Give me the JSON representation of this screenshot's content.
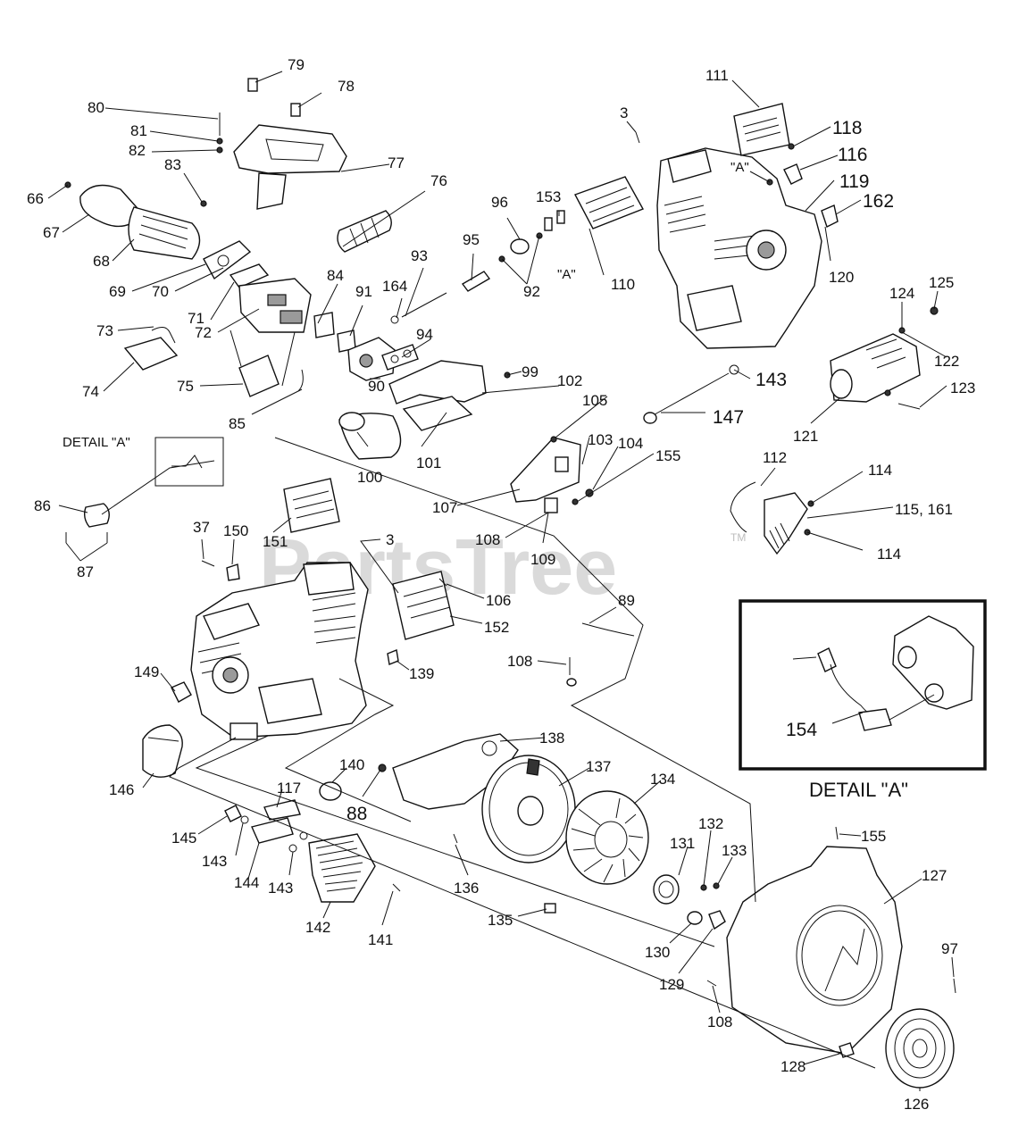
{
  "diagram": {
    "watermark": "PartsTree",
    "trademark": "TM",
    "detail_a_label": "DETAIL \"A\"",
    "detail_a_caption": "DETAIL \"A\"",
    "callout_a_1": "\"A\"",
    "callout_a_2": "\"A\"",
    "labels": {
      "l3a": "3",
      "l3b": "3",
      "l37": "37",
      "l66": "66",
      "l67": "67",
      "l68": "68",
      "l69": "69",
      "l70": "70",
      "l71": "71",
      "l72": "72",
      "l73": "73",
      "l74": "74",
      "l75": "75",
      "l76": "76",
      "l77": "77",
      "l78": "78",
      "l79": "79",
      "l80": "80",
      "l81": "81",
      "l82": "82",
      "l83": "83",
      "l84": "84",
      "l85": "85",
      "l86": "86",
      "l87": "87",
      "l88": "88",
      "l89": "89",
      "l90": "90",
      "l91": "91",
      "l92": "92",
      "l93": "93",
      "l94": "94",
      "l95": "95",
      "l96": "96",
      "l97": "97",
      "l99": "99",
      "l100": "100",
      "l101": "101",
      "l102": "102",
      "l103": "103",
      "l104": "104",
      "l105": "105",
      "l106": "106",
      "l107": "107",
      "l108a": "108",
      "l108b": "108",
      "l108c": "108",
      "l109": "109",
      "l110": "110",
      "l111": "111",
      "l112": "112",
      "l114a": "114",
      "l114b": "114",
      "l115": "115, 161",
      "l116": "116",
      "l117": "117",
      "l118": "118",
      "l119": "119",
      "l120": "120",
      "l121": "121",
      "l122": "122",
      "l123": "123",
      "l124": "124",
      "l125": "125",
      "l126": "126",
      "l127": "127",
      "l128": "128",
      "l129": "129",
      "l130": "130",
      "l131": "131",
      "l132": "132",
      "l133": "133",
      "l134": "134",
      "l135": "135",
      "l136": "136",
      "l137": "137",
      "l138": "138",
      "l139": "139",
      "l140": "140",
      "l141": "141",
      "l142": "142",
      "l143a": "143",
      "l143b": "143",
      "l143c": "143",
      "l144": "144",
      "l145": "145",
      "l146": "146",
      "l147": "147",
      "l149": "149",
      "l150": "150",
      "l151": "151",
      "l152": "152",
      "l153": "153",
      "l154": "154",
      "l155a": "155",
      "l155b": "155",
      "l162": "162",
      "l164": "164"
    }
  }
}
